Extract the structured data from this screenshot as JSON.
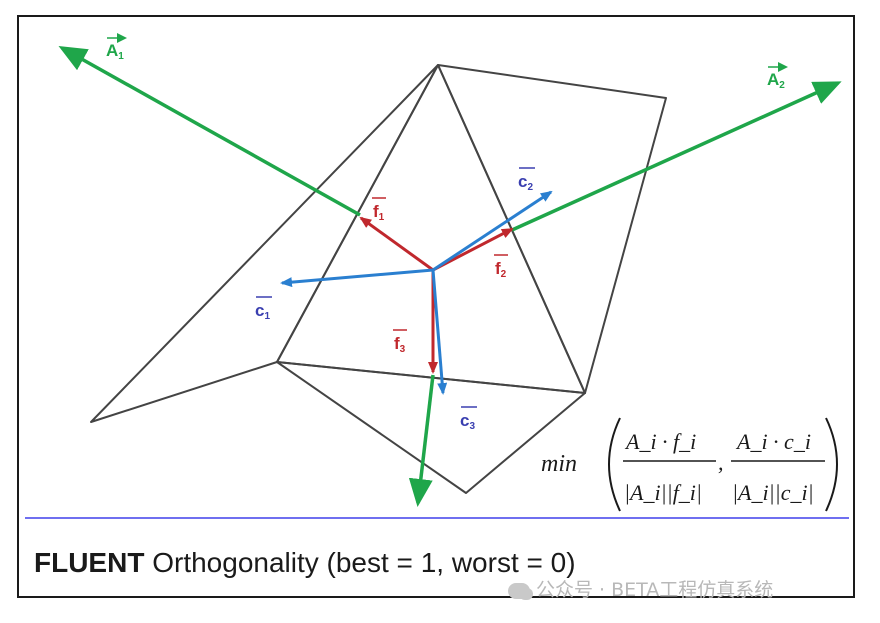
{
  "diagram": {
    "labels": {
      "A1": {
        "letter": "A",
        "sub": "1"
      },
      "A2": {
        "letter": "A",
        "sub": "2"
      },
      "c1": {
        "letter": "c",
        "sub": "1"
      },
      "c2": {
        "letter": "c",
        "sub": "2"
      },
      "c3": {
        "letter": "c",
        "sub": "3"
      },
      "f1": {
        "letter": "f",
        "sub": "1"
      },
      "f2": {
        "letter": "f",
        "sub": "2"
      },
      "f3": {
        "letter": "f",
        "sub": "3"
      }
    },
    "colors": {
      "area_vector": "#1fa64a",
      "centroid_vector": "#2a7fd0",
      "face_vector": "#c0282d",
      "mesh": "#444444",
      "divider": "#6f6ff0"
    },
    "formula": {
      "func": "min",
      "term1_num": "A_i · f_i",
      "term1_den": "|A_i||f_i|",
      "term2_num": "A_i · c_i",
      "term2_den": "|A_i||c_i|"
    }
  },
  "caption": {
    "bold": "FLUENT",
    "rest": " Orthogonality (best = 1, worst = 0)"
  },
  "watermark": {
    "text": "公众号 · BETA工程仿真系统"
  }
}
